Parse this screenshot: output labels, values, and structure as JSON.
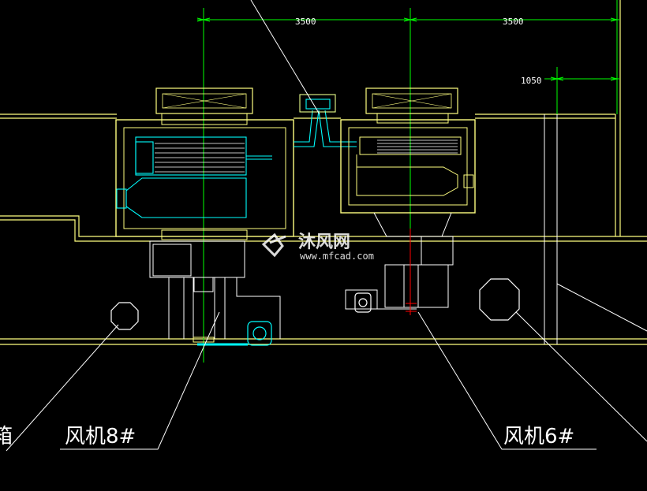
{
  "dimensions": {
    "left_span": "3500",
    "right_span": "3500",
    "offset": "1050"
  },
  "labels": {
    "fan_left": "风机8#",
    "fan_right": "风机6#",
    "edge_fragment": "箱"
  },
  "watermark": {
    "name": "沐风网",
    "url": "www.mfcad.com"
  },
  "colors": {
    "background": "#000000",
    "outline": "#ffffff",
    "wall": "#ffff80",
    "dimension": "#00ff00",
    "equipment": "#00ffff",
    "accent": "#ff0000"
  }
}
